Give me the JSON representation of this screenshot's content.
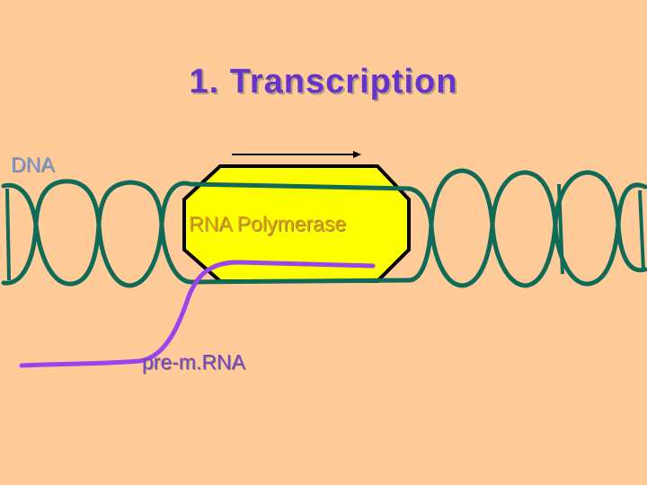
{
  "slide": {
    "title": "1.  Transcription"
  },
  "labels": {
    "dna": "DNA",
    "polymerase": "RNA Polymerase",
    "mrna": "pre-m.RNA"
  },
  "colors": {
    "background": "#ffcc99",
    "title": "#6633cc",
    "dna_strand": "#0f6b58",
    "polymerase_fill": "#ffff00",
    "polymerase_outline": "#000000",
    "mrna_strand": "#9944ee",
    "dna_label": "#7a9ad8",
    "polymerase_label": "#e0a000",
    "mrna_label": "#7744cc"
  }
}
